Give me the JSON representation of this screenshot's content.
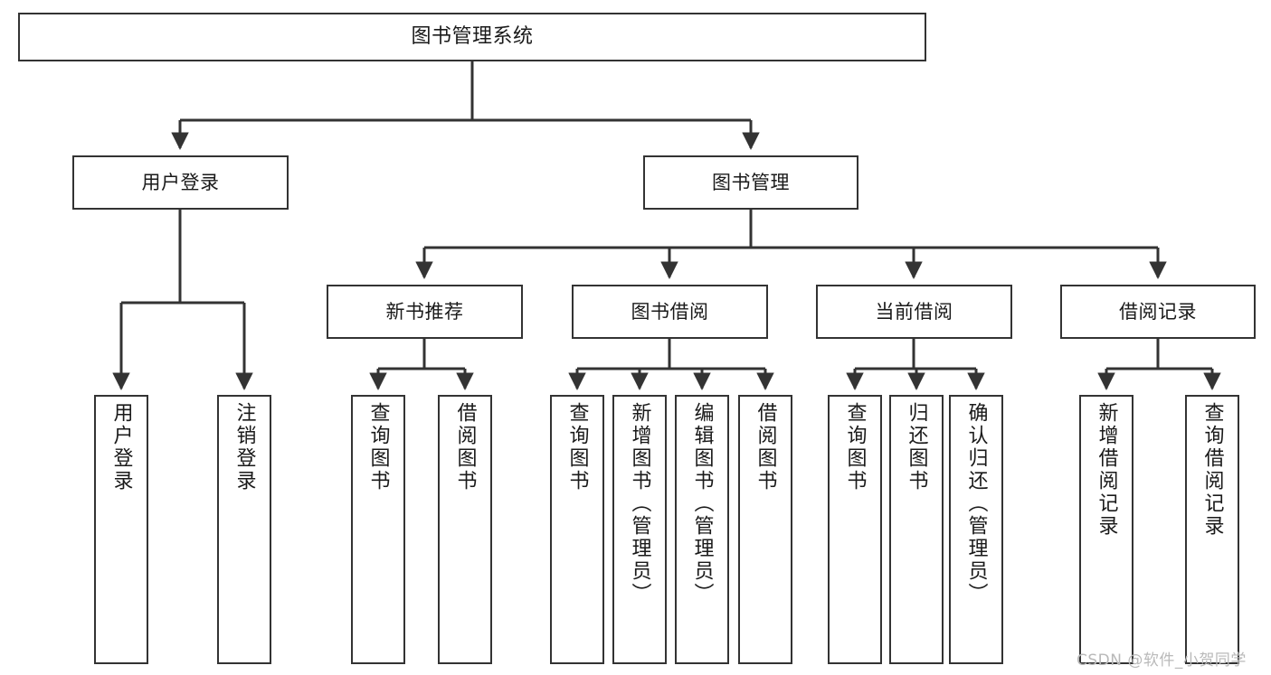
{
  "diagram": {
    "title": "图书管理系统",
    "type": "hierarchy-tree",
    "watermark": "CSDN @软件_小贺同学",
    "colors": {
      "box_border": "#333333",
      "box_fill": "#ffffff",
      "line": "#333333",
      "text": "#1a1a1a",
      "watermark": "#b9b9b9"
    },
    "levels": {
      "level1": [
        {
          "id": "root",
          "label": "图书管理系统"
        }
      ],
      "level2": [
        {
          "id": "user-login",
          "label": "用户登录"
        },
        {
          "id": "book-manage",
          "label": "图书管理"
        }
      ],
      "level3": [
        {
          "id": "new-book-rec",
          "label": "新书推荐"
        },
        {
          "id": "book-borrow",
          "label": "图书借阅"
        },
        {
          "id": "current-borrow",
          "label": "当前借阅"
        },
        {
          "id": "borrow-record",
          "label": "借阅记录"
        }
      ],
      "level4": [
        {
          "id": "leaf-user-login",
          "label": "用户登录",
          "parent": "user-login"
        },
        {
          "id": "leaf-user-logout",
          "label": "注销登录",
          "parent": "user-login"
        },
        {
          "id": "leaf-query-book-1",
          "label": "查询图书",
          "parent": "new-book-rec"
        },
        {
          "id": "leaf-borrow-book-1",
          "label": "借阅图书",
          "parent": "new-book-rec"
        },
        {
          "id": "leaf-query-book-2",
          "label": "查询图书",
          "parent": "book-borrow"
        },
        {
          "id": "leaf-add-book",
          "label": "新增图书（管理员）",
          "parent": "book-borrow"
        },
        {
          "id": "leaf-edit-book",
          "label": "编辑图书（管理员）",
          "parent": "book-borrow"
        },
        {
          "id": "leaf-borrow-book-2",
          "label": "借阅图书",
          "parent": "book-borrow"
        },
        {
          "id": "leaf-query-book-3",
          "label": "查询图书",
          "parent": "current-borrow"
        },
        {
          "id": "leaf-return-book",
          "label": "归还图书",
          "parent": "current-borrow"
        },
        {
          "id": "leaf-confirm-return",
          "label": "确认归还（管理员）",
          "parent": "current-borrow"
        },
        {
          "id": "leaf-add-record",
          "label": "新增借阅记录",
          "parent": "borrow-record"
        },
        {
          "id": "leaf-query-record",
          "label": "查询借阅记录",
          "parent": "borrow-record"
        }
      ]
    }
  }
}
